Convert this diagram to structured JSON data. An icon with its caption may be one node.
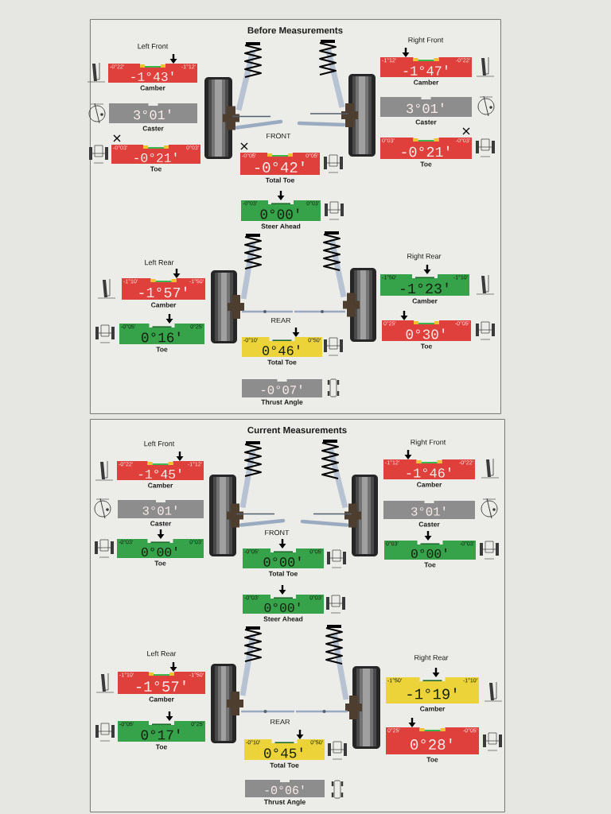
{
  "diagram": {
    "nodes": [
      {
        "text": [
          "Before Measurements"
        ]
      },
      {
        "text": [
          "-0°22′",
          "-1°43′",
          "-1°12′"
        ],
        "beside": [
          "Camber"
        ],
        "in": 0
      },
      {
        "text": [
          "-1°12′",
          "-1°47′",
          "-0°22′"
        ],
        "beside": [
          "Camber"
        ],
        "in": 0
      },
      {
        "text": [
          "3°01′"
        ],
        "beside": [
          "Caster"
        ],
        "in": 0
      },
      {
        "text": [
          "3°01′"
        ],
        "beside": [
          "Caster"
        ],
        "in": 0
      },
      {
        "text": [
          "-0°03′",
          "-0°21′",
          "0°03′"
        ],
        "beside": [
          "Toe"
        ],
        "in": 0
      },
      {
        "text": [
          "0°03′",
          "-0°21′",
          "-0°03′"
        ],
        "beside": [
          "Toe"
        ],
        "in": 0
      },
      {
        "text": [
          "-0°05′",
          "-0°42′",
          "0°05′"
        ],
        "beside": [
          "Total Toe"
        ],
        "in": 0
      },
      {
        "text": [
          "-0°03′",
          "0°00′",
          "0°03′"
        ],
        "beside": [
          "Steer Ahead"
        ],
        "in": 0
      },
      {
        "text": [
          "-1°10′",
          "-1°57′",
          "-1°50′"
        ],
        "beside": [
          "Camber"
        ],
        "in": 0
      },
      {
        "text": [
          "-1°50′",
          "-1°23′",
          "-1°10′"
        ],
        "beside": [
          "Camber"
        ],
        "in": 0
      },
      {
        "text": [
          "-0°05′",
          "0°16′",
          "0°25′"
        ],
        "beside": [
          "Toe"
        ],
        "in": 0
      },
      {
        "text": [
          "0°25′",
          "0°30′",
          "-0°05′"
        ],
        "beside": [
          "Toe"
        ],
        "in": 0
      },
      {
        "text": [
          "-0°10′",
          "0°46′",
          "0°50′"
        ],
        "beside": [
          "Total Toe"
        ],
        "in": 0
      },
      {
        "text": [
          "-0°07′"
        ],
        "beside": [
          "Thrust Angle"
        ],
        "in": 0
      },
      {
        "text": [
          "Current Measurements"
        ]
      },
      {
        "text": [
          "-0°22′",
          "-1°45′",
          "-1°12′"
        ],
        "beside": [
          "Camber"
        ],
        "in": 15
      },
      {
        "text": [
          "-1°12′",
          "-1°46′",
          "-0°22′"
        ],
        "beside": [
          "Camber"
        ],
        "in": 15
      },
      {
        "text": [
          "3°01′"
        ],
        "beside": [
          "Caster"
        ],
        "in": 15
      },
      {
        "text": [
          "3°01′"
        ],
        "beside": [
          "Caster"
        ],
        "in": 15
      },
      {
        "text": [
          "-0°03′",
          "0°00′",
          "0°03′"
        ],
        "beside": [
          "Toe"
        ],
        "in": 15
      },
      {
        "text": [
          "0°03′",
          "0°00′",
          "-0°03′"
        ],
        "beside": [
          "Toe"
        ],
        "in": 15
      },
      {
        "text": [
          "-0°05′",
          "0°00′",
          "0°05′"
        ],
        "beside": [
          "Total Toe"
        ],
        "in": 15
      },
      {
        "text": [
          "-0°03′",
          "0°00′",
          "0°03′"
        ],
        "beside": [
          "Steer Ahead"
        ],
        "in": 15
      },
      {
        "text": [
          "-1°10′",
          "-1°57′",
          "-1°50′"
        ],
        "beside": [
          "Camber"
        ],
        "in": 15
      },
      {
        "text": [
          "-1°50′",
          "-1°19′",
          "-1°10′"
        ],
        "beside": [
          "Camber"
        ],
        "in": 15
      },
      {
        "text": [
          "-0°05′",
          "0°17′",
          "0°25′"
        ],
        "beside": [
          "Toe"
        ],
        "in": 15
      },
      {
        "text": [
          "0°25′",
          "0°28′",
          "-0°05′"
        ],
        "beside": [
          "Toe"
        ],
        "in": 15
      },
      {
        "text": [
          "-0°10′",
          "0°45′",
          "0°50′"
        ],
        "beside": [
          "Total Toe"
        ],
        "in": 15
      },
      {
        "text": [
          "-0°06′"
        ],
        "beside": [
          "Thrust Angle"
        ],
        "in": 15
      }
    ],
    "labels": [
      "Left Front",
      "Right Front",
      "FRONT",
      "Left Rear",
      "Right Rear",
      "REAR",
      "Left Front",
      "Right Front",
      "FRONT",
      "Left Rear",
      "Right Rear",
      "REAR"
    ]
  }
}
